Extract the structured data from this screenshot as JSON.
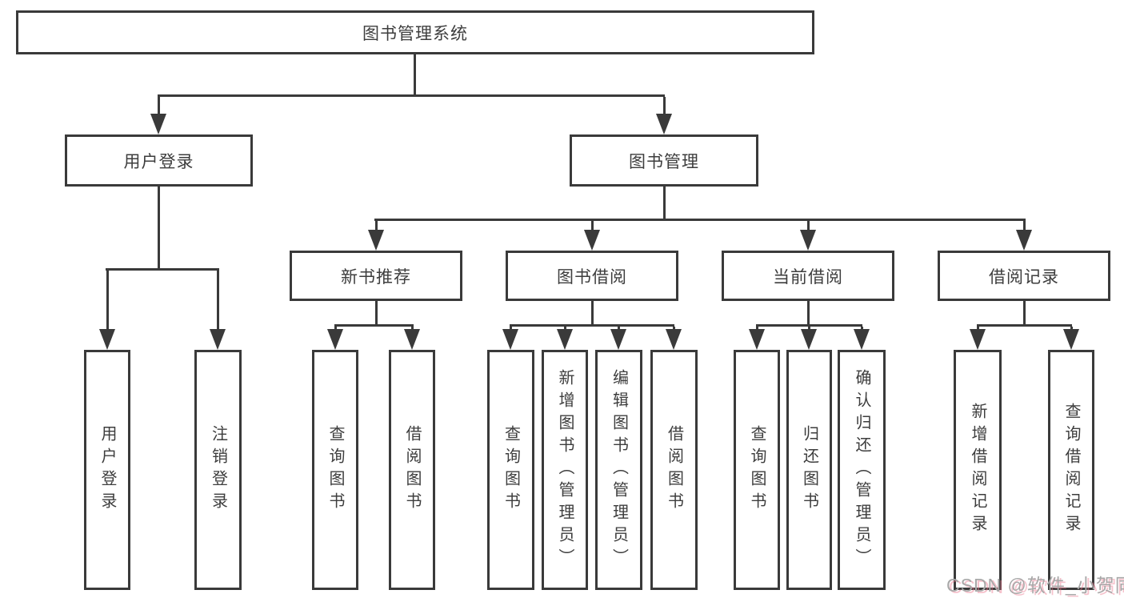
{
  "tree": {
    "label": "图书管理系统",
    "children": [
      {
        "label": "用户登录",
        "children": [
          {
            "label": "用户登录"
          },
          {
            "label": "注销登录"
          }
        ]
      },
      {
        "label": "图书管理",
        "children": [
          {
            "label": "新书推荐",
            "children": [
              {
                "label": "查询图书"
              },
              {
                "label": "借阅图书"
              }
            ]
          },
          {
            "label": "图书借阅",
            "children": [
              {
                "label": "查询图书"
              },
              {
                "label": "新增图书（管理员）"
              },
              {
                "label": "编辑图书（管理员）"
              },
              {
                "label": "借阅图书"
              }
            ]
          },
          {
            "label": "当前借阅",
            "children": [
              {
                "label": "查询图书"
              },
              {
                "label": "归还图书"
              },
              {
                "label": "确认归还（管理员）"
              }
            ]
          },
          {
            "label": "借阅记录",
            "children": [
              {
                "label": "新增借阅记录"
              },
              {
                "label": "查询借阅记录"
              }
            ]
          }
        ]
      }
    ]
  },
  "watermark": {
    "text": "CSDN @软件_小贺同学"
  },
  "colors": {
    "line": "#3a3a3a",
    "text": "#3d3d3d",
    "background": "#ffffff",
    "watermark_gray": "#a8a8a8",
    "watermark_pink": "#ec788e"
  }
}
